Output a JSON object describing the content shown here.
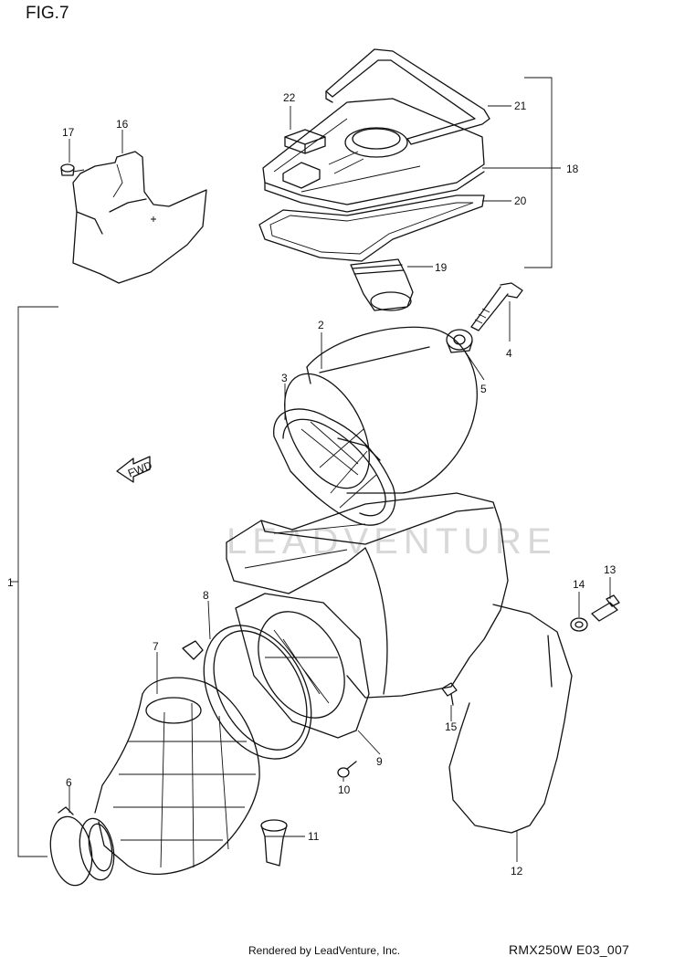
{
  "figure": {
    "title": "FIG.7",
    "watermark": "LEADVENTURE",
    "fwd_label": "FWD",
    "rendered_by": "Rendered by LeadVenture, Inc.",
    "code": "RMX250W E03_007"
  },
  "callouts": {
    "c1": "1",
    "c2": "2",
    "c3": "3",
    "c4": "4",
    "c5": "5",
    "c6": "6",
    "c7": "7",
    "c8": "8",
    "c9": "9",
    "c10": "10",
    "c11": "11",
    "c12": "12",
    "c13": "13",
    "c14": "14",
    "c15": "15",
    "c16": "16",
    "c17": "17",
    "c18": "18",
    "c19": "19",
    "c20": "20",
    "c21": "21",
    "c22": "22"
  }
}
